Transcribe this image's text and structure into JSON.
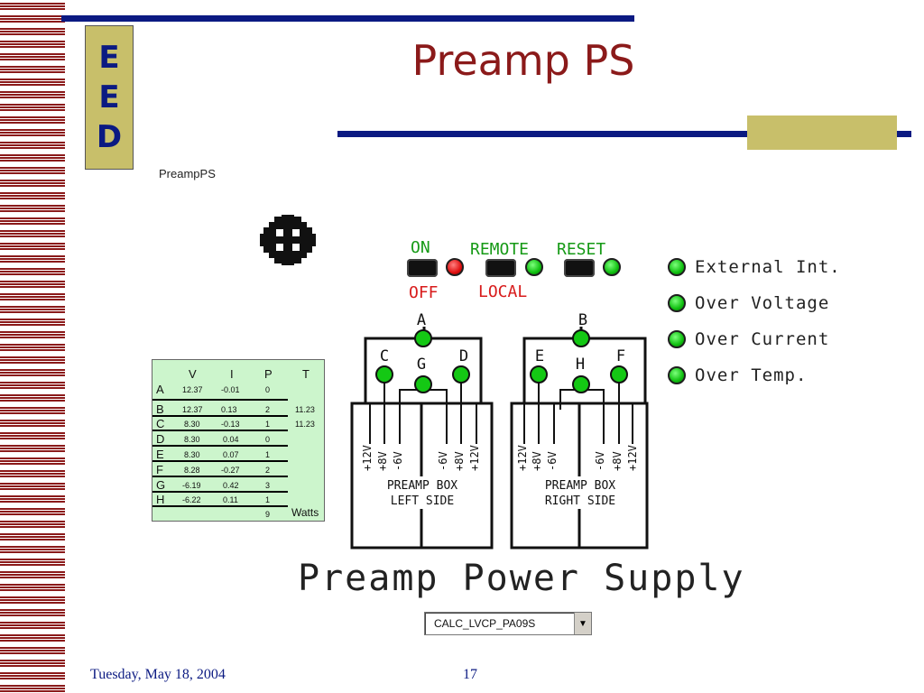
{
  "slide": {
    "title": "Preamp PS",
    "logo_letters": [
      "E",
      "E",
      "D"
    ],
    "window_label": "PreampPS",
    "footer_date": "Tuesday, May 18, 2004",
    "page_number": "17",
    "colors": {
      "accent_red": "#8b1a1a",
      "accent_blue": "#0b1a82",
      "olive": "#c8bf6a"
    }
  },
  "switches": {
    "on_label": "ON",
    "off_label": "OFF",
    "remote_label": "REMOTE",
    "local_label": "LOCAL",
    "reset_label": "RESET"
  },
  "status": {
    "items": [
      {
        "label": "External Int.",
        "state": "green"
      },
      {
        "label": "Over Voltage",
        "state": "green"
      },
      {
        "label": "Over Current",
        "state": "green"
      },
      {
        "label": "Over Temp.",
        "state": "green"
      }
    ]
  },
  "table": {
    "headers": {
      "v": "V",
      "i": "I",
      "p": "P",
      "t": "T"
    },
    "rows": [
      {
        "name": "A",
        "v": "12.37",
        "i": "-0.01",
        "p": "0",
        "t": ""
      },
      {
        "name": "B",
        "v": "12.37",
        "i": "0.13",
        "p": "2",
        "t": "11.23"
      },
      {
        "name": "C",
        "v": "8.30",
        "i": "-0.13",
        "p": "1",
        "t": "11.23"
      },
      {
        "name": "D",
        "v": "8.30",
        "i": "0.04",
        "p": "0",
        "t": ""
      },
      {
        "name": "E",
        "v": "8.30",
        "i": "0.07",
        "p": "1",
        "t": ""
      },
      {
        "name": "F",
        "v": "8.28",
        "i": "-0.27",
        "p": "2",
        "t": ""
      },
      {
        "name": "G",
        "v": "-6.19",
        "i": "0.42",
        "p": "3",
        "t": ""
      },
      {
        "name": "H",
        "v": "-6.22",
        "i": "0.11",
        "p": "1",
        "t": ""
      }
    ],
    "total": "9",
    "total_unit": "Watts"
  },
  "diagram": {
    "left_box": {
      "top_node": "A",
      "left_node": "C",
      "mid_node": "G",
      "right_node": "D",
      "rails": [
        "+12V",
        "+8V",
        "-6V",
        "-6V",
        "+8V",
        "+12V"
      ],
      "caption_line1": "PREAMP BOX",
      "caption_line2": "LEFT SIDE"
    },
    "right_box": {
      "top_node": "B",
      "left_node": "E",
      "mid_node": "H",
      "right_node": "F",
      "rails": [
        "+12V",
        "+8V",
        "-6V",
        "-6V",
        "+8V",
        "+12V"
      ],
      "caption_line1": "PREAMP BOX",
      "caption_line2": "RIGHT SIDE"
    }
  },
  "main_title": "Preamp Power Supply",
  "selector": {
    "value": "CALC_LVCP_PA09S"
  }
}
